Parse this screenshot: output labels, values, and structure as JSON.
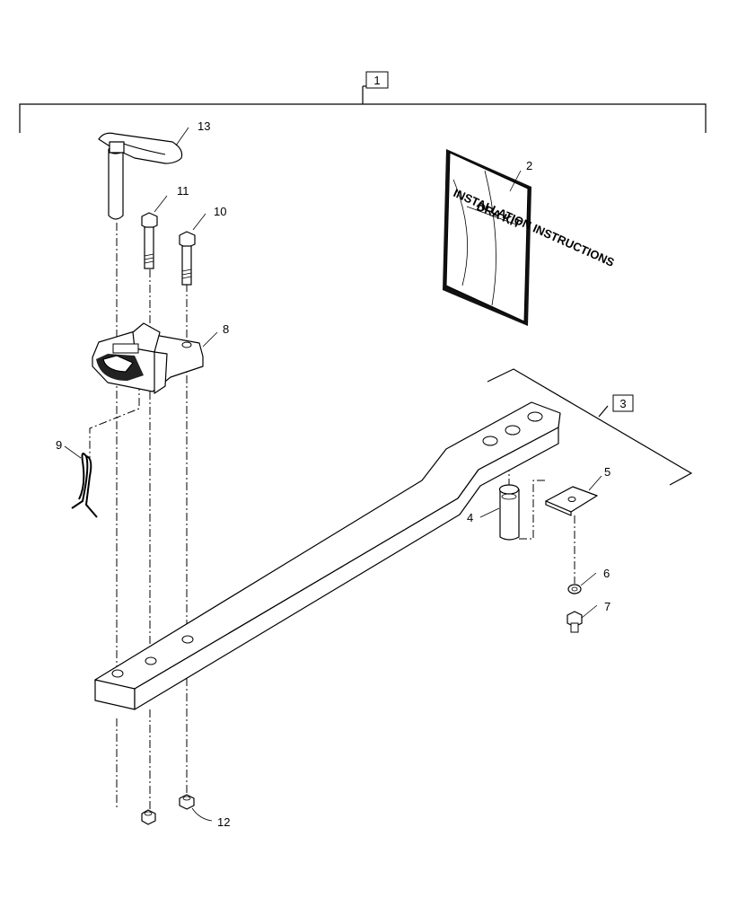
{
  "callouts": {
    "c1": "1",
    "c2": "2",
    "c3": "3",
    "c4": "4",
    "c5": "5",
    "c6": "6",
    "c7": "7",
    "c8": "8",
    "c9": "9",
    "c10": "10",
    "c11": "11",
    "c12": "12",
    "c13": "13"
  },
  "manual": {
    "line1": "DRA KIT",
    "line2": "INSTALLATION INSTRUCTIONS"
  }
}
